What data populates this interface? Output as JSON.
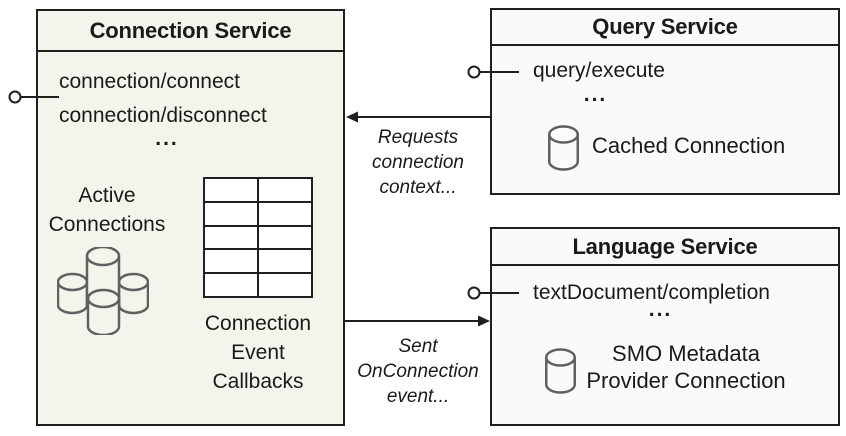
{
  "colors": {
    "connection_fill": "#f3f5ec",
    "service_fill": "#f9fafb",
    "border": "#1f1f1f",
    "text": "#1a1a1a",
    "cylinder_stroke": "#606060",
    "table_cell": "#ffffff"
  },
  "connection_service": {
    "title": "Connection Service",
    "methods": "connection/connect\nconnection/disconnect",
    "ellipsis": "...",
    "active_connections_label": "Active\nConnections",
    "callbacks_label": "Connection\nEvent\nCallbacks"
  },
  "query_service": {
    "title": "Query Service",
    "method": "query/execute",
    "ellipsis": "...",
    "cached_connection_label": "Cached Connection"
  },
  "language_service": {
    "title": "Language Service",
    "method": "textDocument/completion",
    "ellipsis": "...",
    "smo_label": "SMO Metadata\nProvider Connection"
  },
  "edges": {
    "requests_label": "Requests\nconnection\ncontext...",
    "sent_label": "Sent\nOnConnection\nevent..."
  }
}
